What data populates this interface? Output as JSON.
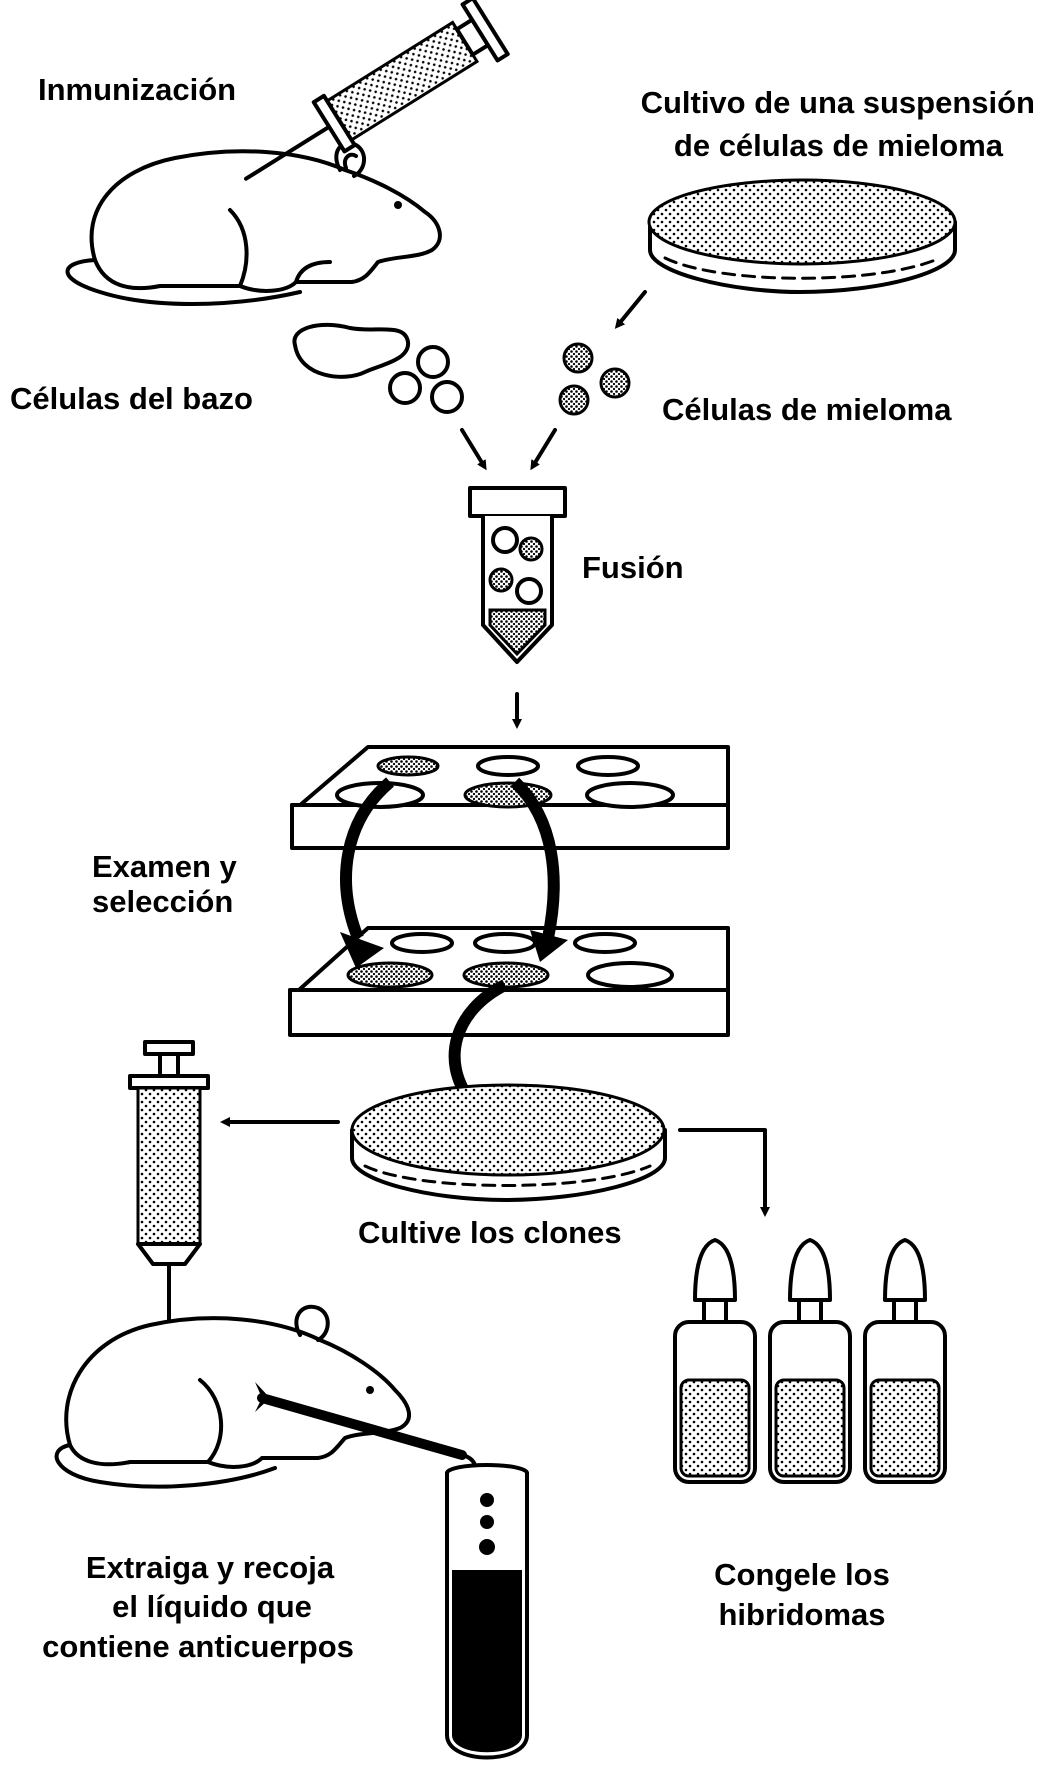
{
  "labels": {
    "immunization": "Inmunización",
    "myeloma_culture_line1": "Cultivo de una suspensión",
    "myeloma_culture_line2": "de células de mieloma",
    "spleen_cells": "Células del bazo",
    "myeloma_cells": "Células de mieloma",
    "fusion": "Fusión",
    "screening_line1": "Examen y",
    "screening_line2": "selección",
    "culture_clones": "Cultive los clones",
    "extract_line1": "Extraiga y recoja",
    "extract_line2": "el líquido que",
    "extract_line3": "contiene anticuerpos",
    "freeze_line1": "Congele los",
    "freeze_line2": "hibridomas"
  }
}
